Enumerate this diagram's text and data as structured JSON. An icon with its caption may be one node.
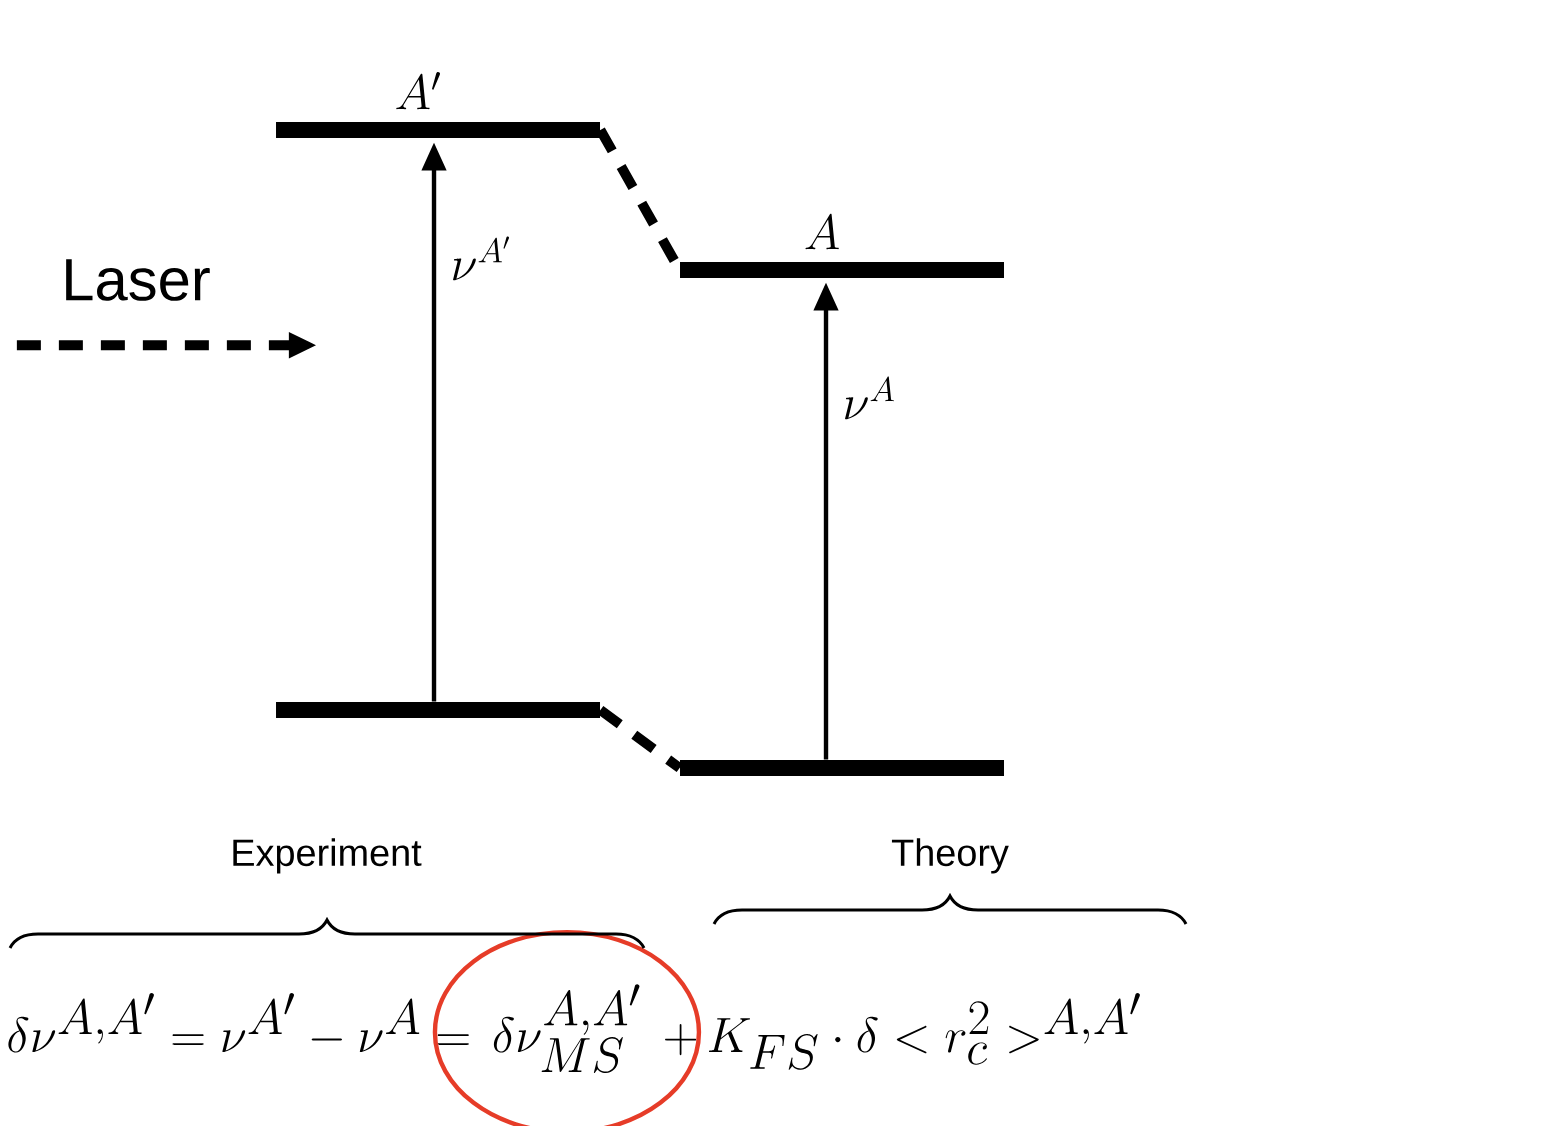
{
  "diagram": {
    "nodes": [
      {
        "text": [
          "A'"
        ]
      },
      {
        "text": [],
        "shape": "bar"
      },
      {
        "text": [
          "A"
        ]
      },
      {
        "text": [],
        "shape": "bar"
      },
      {
        "text": [
          "Laser"
        ]
      }
    ],
    "edges": [
      {
        "from": 1,
        "to": 0,
        "arrow": "to",
        "label": "\\nu^{A'}"
      },
      {
        "from": 3,
        "to": 2,
        "arrow": "to",
        "label": "\\nu^{A}"
      },
      {
        "from": 0,
        "to": 2,
        "arrow": "none",
        "style": "dashed"
      },
      {
        "from": 1,
        "to": 3,
        "arrow": "none",
        "style": "dashed"
      },
      {
        "from": 4,
        "to": null,
        "arrow": "to",
        "style": "dashed"
      }
    ],
    "labels": [
      "Experiment",
      "Theory",
      "\\delta\\nu^{A,A'}=\\nu^{A'}-\\nu^{A}=",
      "\\delta\\nu^{A,A'}_{MS}",
      "+\\,K_{FS}\\cdot\\delta<r_c^2>^{A,A'}"
    ]
  }
}
